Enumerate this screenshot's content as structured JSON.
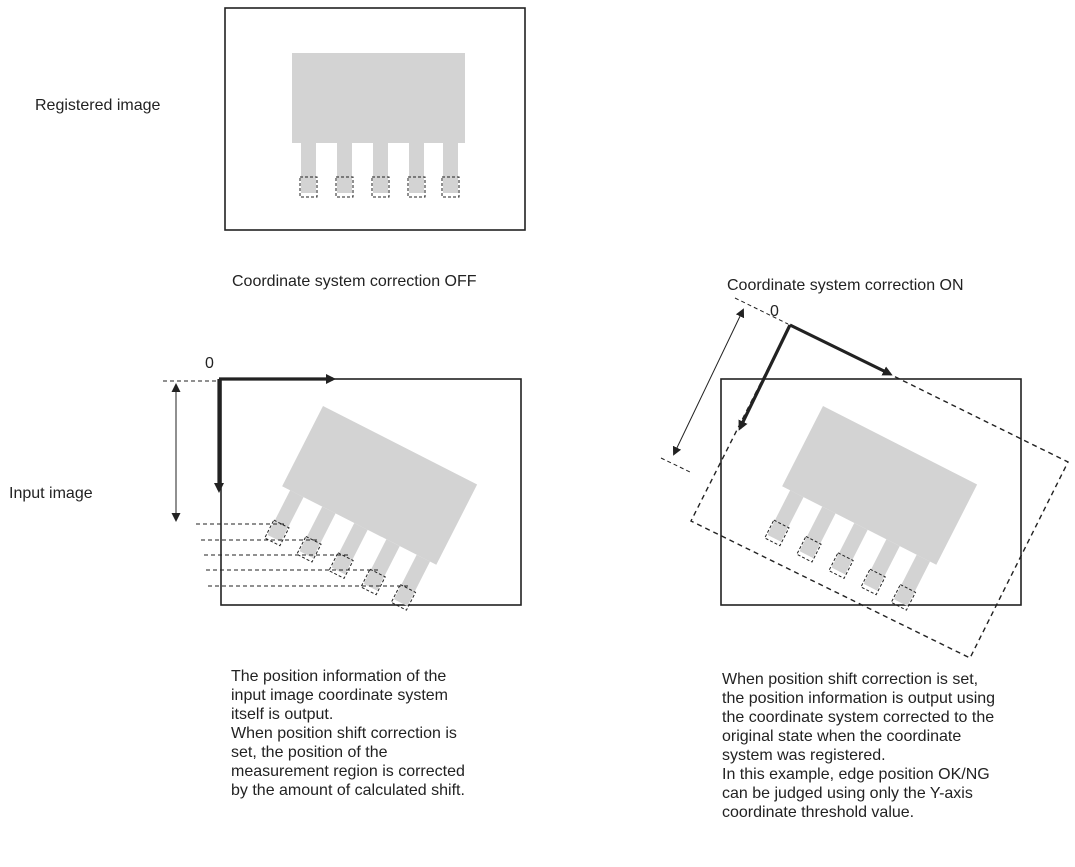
{
  "labels": {
    "registered_image": "Registered image",
    "input_image": "Input image",
    "correction_off": "Coordinate system correction OFF",
    "correction_on": "Coordinate system correction ON",
    "origin_off": "0",
    "origin_on": "0"
  },
  "descriptions": {
    "off": [
      "The position information of the",
      "input image coordinate system",
      "itself is output.",
      "When position shift correction is",
      "set, the position of the",
      "measurement region is corrected",
      "by the amount of calculated shift."
    ],
    "on": [
      "When position shift correction is set,",
      "the position information is output using",
      "the coordinate system corrected to the",
      "original state when the coordinate",
      "system was registered.",
      "In this example, edge position OK/NG",
      "can be judged using only the Y-axis",
      "coordinate threshold value."
    ]
  },
  "colors": {
    "workpiece": "#d3d3d3",
    "frame": "#222222",
    "text": "#222222"
  }
}
